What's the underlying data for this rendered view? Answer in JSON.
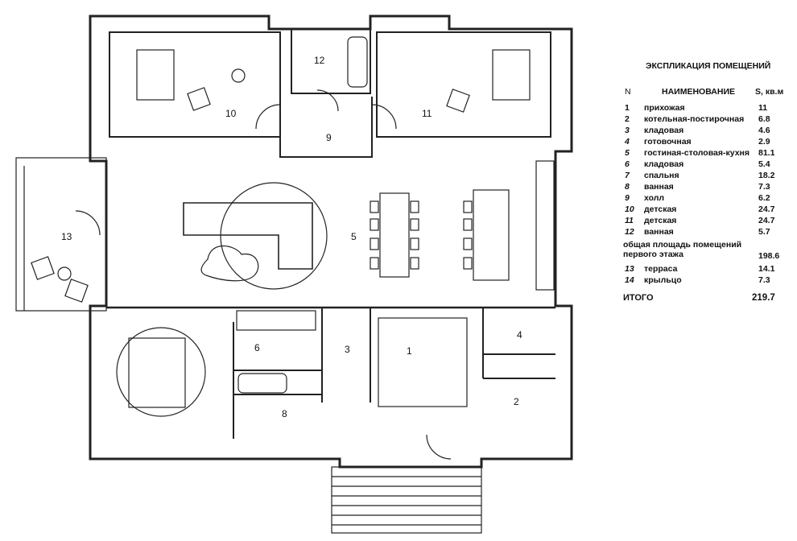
{
  "legend": {
    "title": "ЭКСПЛИКАЦИЯ ПОМЕЩЕНИЙ",
    "header": {
      "num": "N",
      "name": "НАИМЕНОВАНИЕ",
      "area": "S, кв.м"
    },
    "rows": [
      {
        "num": "1",
        "name": "прихожая",
        "area": "11"
      },
      {
        "num": "2",
        "name": "котельная-постирочная",
        "area": "6.8"
      },
      {
        "num": "3",
        "name": "кладовая",
        "area": "4.6"
      },
      {
        "num": "4",
        "name": "готовочная",
        "area": "2.9"
      },
      {
        "num": "5",
        "name": "гостиная-столовая-кухня",
        "area": "81.1"
      },
      {
        "num": "6",
        "name": "кладовая",
        "area": "5.4"
      },
      {
        "num": "7",
        "name": "спальня",
        "area": "18.2"
      },
      {
        "num": "8",
        "name": "ванная",
        "area": "7.3"
      },
      {
        "num": "9",
        "name": "холл",
        "area": "6.2"
      },
      {
        "num": "10",
        "name": "детская",
        "area": "24.7"
      },
      {
        "num": "11",
        "name": "детская",
        "area": "24.7"
      },
      {
        "num": "12",
        "name": "ванная",
        "area": "5.7"
      }
    ],
    "subtotal": {
      "name": "общая площадь помещений первого этажа",
      "area": "198.6"
    },
    "extra_rows": [
      {
        "num": "13",
        "name": "терраса",
        "area": "14.1"
      },
      {
        "num": "14",
        "name": "крыльцо",
        "area": "7.3"
      }
    ],
    "total": {
      "name": "ИТОГО",
      "area": "219.7"
    }
  },
  "plan_labels": {
    "r1": "1",
    "r2": "2",
    "r3": "3",
    "r4": "4",
    "r5": "5",
    "r6": "6",
    "r8": "8",
    "r9": "9",
    "r10": "10",
    "r11": "11",
    "r12": "12",
    "r13": "13"
  },
  "colors": {
    "wall": "#111111",
    "line": "#222222",
    "background": "#ffffff"
  }
}
